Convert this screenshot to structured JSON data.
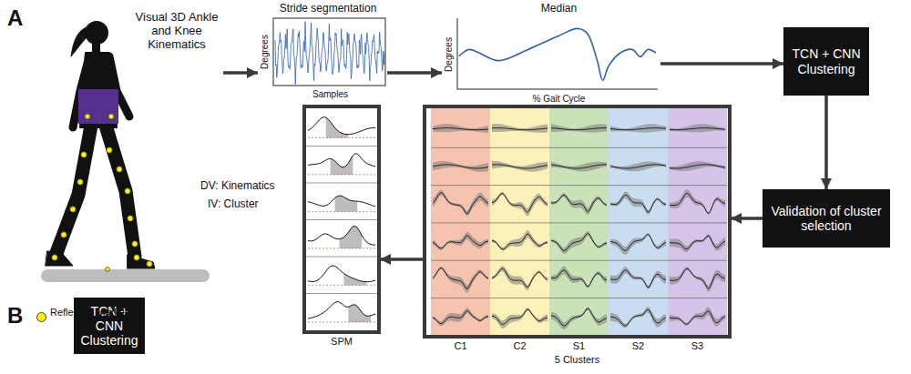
{
  "diagram": {
    "nodes": [
      {
        "text": [
          "Visual 3D Ankle and Knee Kinematics"
        ]
      },
      {
        "text": [
          "Stride segmentation",
          "Degrees",
          "Samples"
        ]
      },
      {
        "text": [
          "Median",
          "Degrees",
          "% Gait Cycle"
        ]
      },
      {
        "text": [
          "TCN + CNN Clustering"
        ]
      },
      {
        "text": [
          "Validation of cluster selection"
        ]
      },
      {
        "text": [
          "C1",
          "C2",
          "S1",
          "S2",
          "S3",
          "5 Clusters"
        ]
      },
      {
        "text": [
          "SPM"
        ]
      },
      {
        "text": [
          "TCN + CNN Clustering"
        ]
      }
    ],
    "edges": [
      {
        "from": 0,
        "to": 1,
        "arrow": "to"
      },
      {
        "from": 1,
        "to": 2,
        "arrow": "to"
      },
      {
        "from": 2,
        "to": 3,
        "arrow": "to"
      },
      {
        "from": 3,
        "to": 4,
        "arrow": "to"
      },
      {
        "from": 4,
        "to": 5,
        "arrow": "to"
      },
      {
        "from": 5,
        "to": 6,
        "arrow": "to"
      }
    ],
    "labels": [
      "A",
      "DV: Kinematics",
      "IV: Cluster",
      "B"
    ],
    "legend": [
      {
        "text": "Reflective Markers",
        "color": "#ffee00"
      }
    ]
  }
}
